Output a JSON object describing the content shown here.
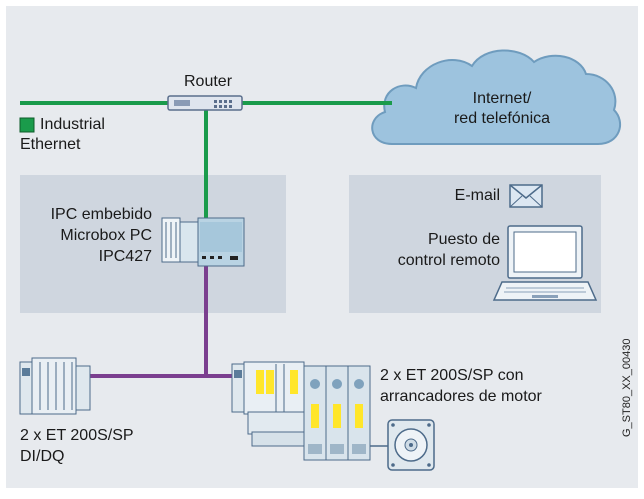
{
  "network": {
    "router_label": "Router",
    "internet_label_line1": "Internet/",
    "internet_label_line2": "red telefónica",
    "legend_label_line1": "Industrial",
    "legend_label_line2": "Ethernet"
  },
  "ipc": {
    "line1": "IPC embebido",
    "line2": "Microbox PC",
    "line3": "IPC427"
  },
  "remote": {
    "email_label": "E-mail",
    "station_line1": "Puesto de",
    "station_line2": "control remoto"
  },
  "devices": {
    "left_line1": "2 x ET 200S/SP",
    "left_line2": "DI/DQ",
    "right_line1": "2 x ET 200S/SP con",
    "right_line2": "arrancadores de motor"
  },
  "figure_id": "G_ST80_XX_00430",
  "colors": {
    "background": "#e7eaee",
    "panel": "#cfd6df",
    "ethernet": "#1a9b4b",
    "profinet": "#7b3f8f",
    "cloud": "#9dc3de"
  }
}
